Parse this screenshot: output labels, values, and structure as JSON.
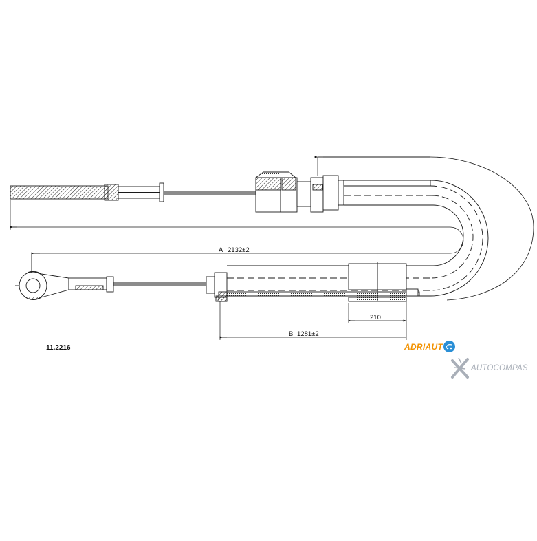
{
  "part_number": "11.2216",
  "dimensions": {
    "a_label": "A",
    "a_value": "2132±2",
    "b_label": "B",
    "b_value": "1281±2",
    "c_value": "210"
  },
  "brand": {
    "name": "ADRIAUTO",
    "name_visible": "ADRIAUT",
    "badge_text": "O",
    "name_color": "#f39200",
    "badge_color": "#2a8fd6"
  },
  "watermark": {
    "text": "AUTOCOMPAS",
    "color": "#a9afb8"
  },
  "line_color": "#1a1a1a"
}
